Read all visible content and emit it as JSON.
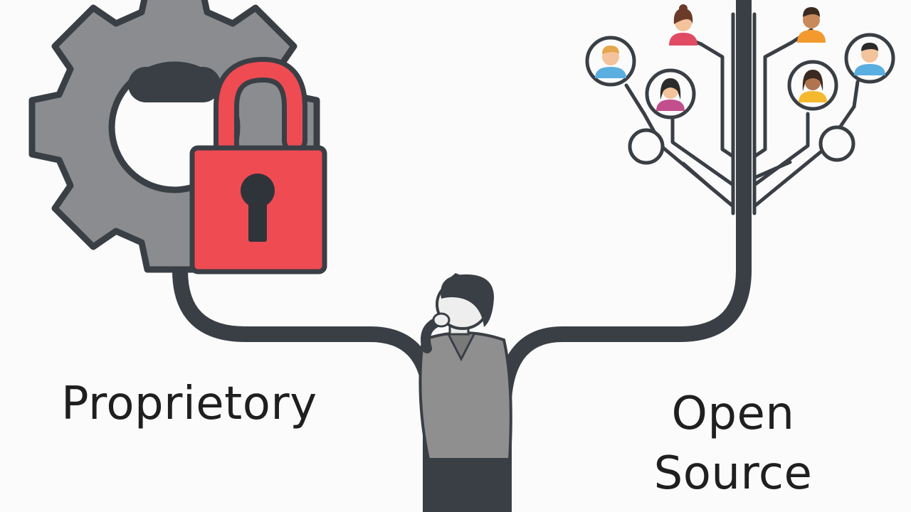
{
  "labels": {
    "left": "Proprietory",
    "right_line1": "Open",
    "right_line2": "Source"
  },
  "colors": {
    "background": "#fbfbfb",
    "outline": "#3a3f45",
    "gear": "#8a8c8f",
    "lock_red": "#ef4b53",
    "person_shirt": "#8f8f8f",
    "person_pants": "#3a3f45"
  },
  "icons": {
    "gear": "gear-icon",
    "lock": "open-padlock-icon",
    "person": "thinking-person-icon",
    "contributors": "contributor-avatar-icon",
    "nodes": "network-node-icon"
  }
}
